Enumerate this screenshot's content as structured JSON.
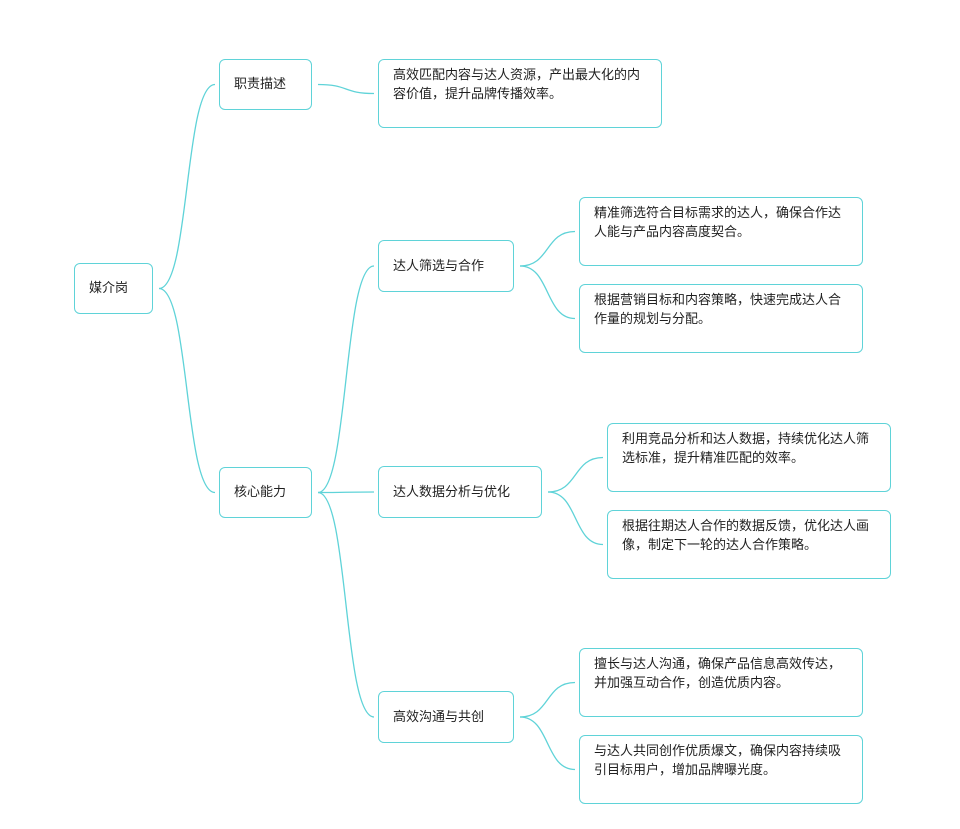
{
  "root": {
    "label": "媒介岗"
  },
  "branches": [
    {
      "id": "duty",
      "label": "职责描述",
      "children": [
        {
          "id": "duty-desc",
          "label": "高效匹配内容与达人资源，产出最大化的内容价值，提升品牌传播效率。",
          "children": []
        }
      ]
    },
    {
      "id": "core",
      "label": "核心能力",
      "children": [
        {
          "id": "screening",
          "label": "达人筛选与合作",
          "children": [
            {
              "id": "screening-1",
              "label": "精准筛选符合目标需求的达人，确保合作达人能与产品内容高度契合。"
            },
            {
              "id": "screening-2",
              "label": "根据营销目标和内容策略，快速完成达人合作量的规划与分配。"
            }
          ]
        },
        {
          "id": "analysis",
          "label": "达人数据分析与优化",
          "children": [
            {
              "id": "analysis-1",
              "label": "利用竞品分析和达人数据，持续优化达人筛选标准，提升精准匹配的效率。"
            },
            {
              "id": "analysis-2",
              "label": "根据往期达人合作的数据反馈，优化达人画像，制定下一轮的达人合作策略。"
            }
          ]
        },
        {
          "id": "comm",
          "label": "高效沟通与共创",
          "children": [
            {
              "id": "comm-1",
              "label": "擅长与达人沟通，确保产品信息高效传达，并加强互动合作，创造优质内容。"
            },
            {
              "id": "comm-2",
              "label": "与达人共同创作优质爆文，确保内容持续吸引目标用户，增加品牌曝光度。"
            }
          ]
        }
      ]
    }
  ],
  "colors": {
    "connector": "#5fd3d8",
    "node_border": "#5fd3d8",
    "node_background": "#ffffff",
    "text": "#1f1f1f"
  }
}
